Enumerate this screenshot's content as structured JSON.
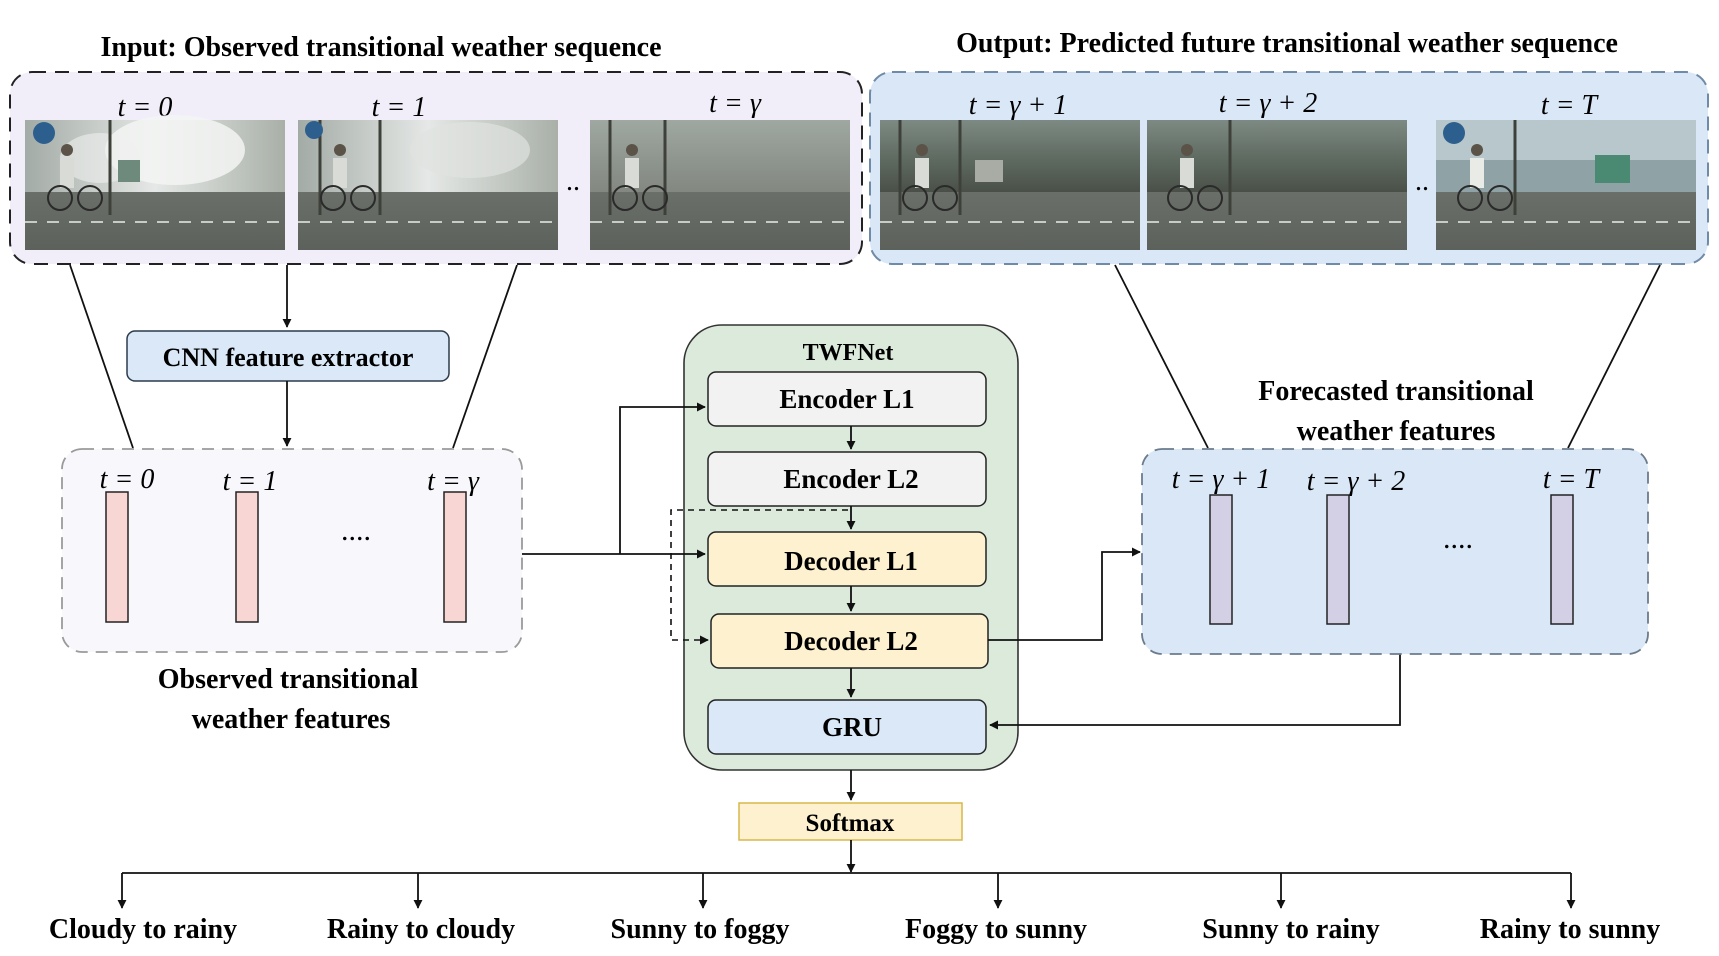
{
  "input_panel": {
    "title": "Input: Observed transitional weather sequence",
    "frame_labels": [
      "t = 0",
      "t = 1",
      "t = γ"
    ],
    "ellipsis": ".."
  },
  "output_panel": {
    "title": "Output: Predicted future transitional weather sequence",
    "frame_labels": [
      "t = γ + 1",
      "t = γ + 2",
      "t = T"
    ],
    "ellipsis": ".."
  },
  "cnn": {
    "label": "CNN feature extractor"
  },
  "observed_features": {
    "labels": [
      "t = 0",
      "t = 1",
      "t = γ"
    ],
    "dots": "....",
    "caption_line1": "Observed transitional",
    "caption_line2": "weather features"
  },
  "forecast_features": {
    "caption_line1": "Forecasted transitional",
    "caption_line2": "weather features",
    "labels": [
      "t = γ + 1",
      "t = γ + 2",
      "t = T"
    ],
    "dots": "...."
  },
  "twfnet": {
    "title": "TWFNet",
    "encoder_l1": "Encoder L1",
    "encoder_l2": "Encoder L2",
    "decoder_l1": "Decoder L1",
    "decoder_l2": "Decoder L2",
    "gru": "GRU"
  },
  "softmax": {
    "label": "Softmax"
  },
  "classes": [
    "Cloudy to rainy",
    "Rainy to cloudy",
    "Sunny to foggy",
    "Foggy to sunny",
    "Sunny to rainy",
    "Rainy to sunny"
  ],
  "colors": {
    "input_panel_bg": "#f1eefa",
    "output_panel_bg": "#d9e7f7",
    "cnn_box": "#dbe8f8",
    "twfnet_bg": "#dbeadb",
    "encoder_box": "#f2f2f2",
    "decoder_box": "#fdf1cf",
    "gru_box": "#dbe8f8",
    "softmax_box": "#fdf1cf",
    "observed_bar": "#f8d6d4",
    "forecast_bar": "#d3d0e6"
  }
}
